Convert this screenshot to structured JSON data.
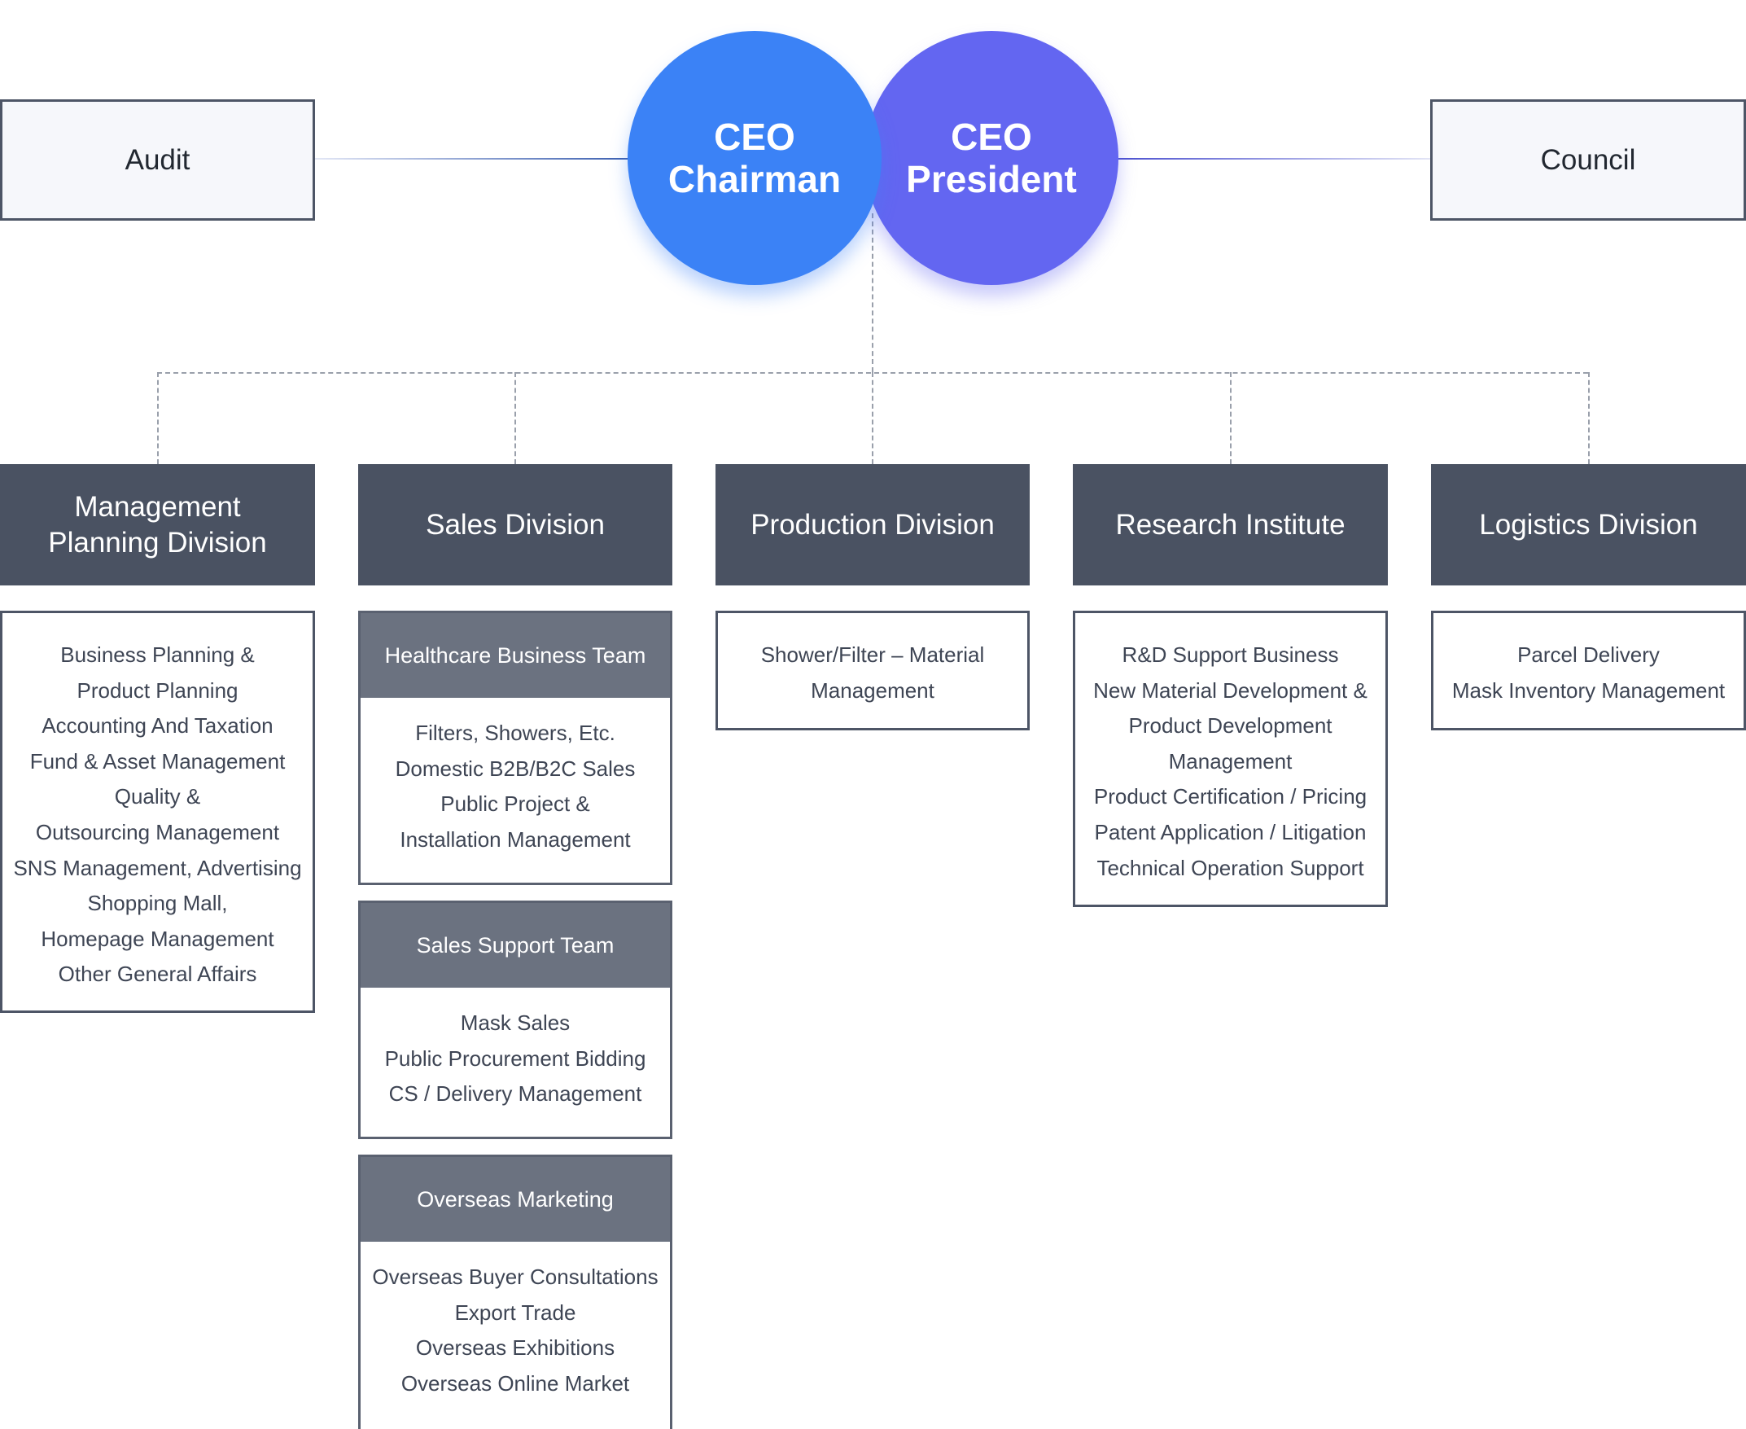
{
  "top": {
    "audit": "Audit",
    "council": "Council",
    "ceo_chairman": {
      "line1": "CEO",
      "line2": "Chairman"
    },
    "ceo_president": {
      "line1": "CEO",
      "line2": "President"
    }
  },
  "divisions": [
    {
      "name": "Management\nPlanning Division",
      "items": [
        "Business Planning &",
        "Product Planning",
        "Accounting And Taxation",
        "Fund & Asset Management",
        "Quality &",
        "Outsourcing Management",
        "SNS Management, Advertising",
        "Shopping Mall,",
        "Homepage Management",
        "Other General Affairs"
      ]
    },
    {
      "name": "Sales Division",
      "teams": [
        {
          "name": "Healthcare Business Team",
          "items": [
            "Filters, Showers, Etc.",
            "Domestic B2B/B2C Sales",
            "Public Project &",
            "Installation Management"
          ]
        },
        {
          "name": "Sales Support Team",
          "items": [
            "Mask Sales",
            "Public Procurement Bidding",
            "CS / Delivery Management"
          ]
        },
        {
          "name": "Overseas Marketing",
          "items": [
            "Overseas Buyer Consultations",
            "Export Trade",
            "Overseas Exhibitions",
            "Overseas Online Market"
          ]
        }
      ]
    },
    {
      "name": "Production Division",
      "items": [
        "Shower/Filter – Material",
        "Management"
      ]
    },
    {
      "name": "Research Institute",
      "items": [
        "R&D Support Business",
        "New Material Development &",
        "Product Development",
        "Management",
        "Product Certification / Pricing",
        "Patent Application / Litigation",
        "Technical Operation Support"
      ]
    },
    {
      "name": "Logistics Division",
      "items": [
        "Parcel Delivery",
        "Mask Inventory Management"
      ]
    }
  ]
}
